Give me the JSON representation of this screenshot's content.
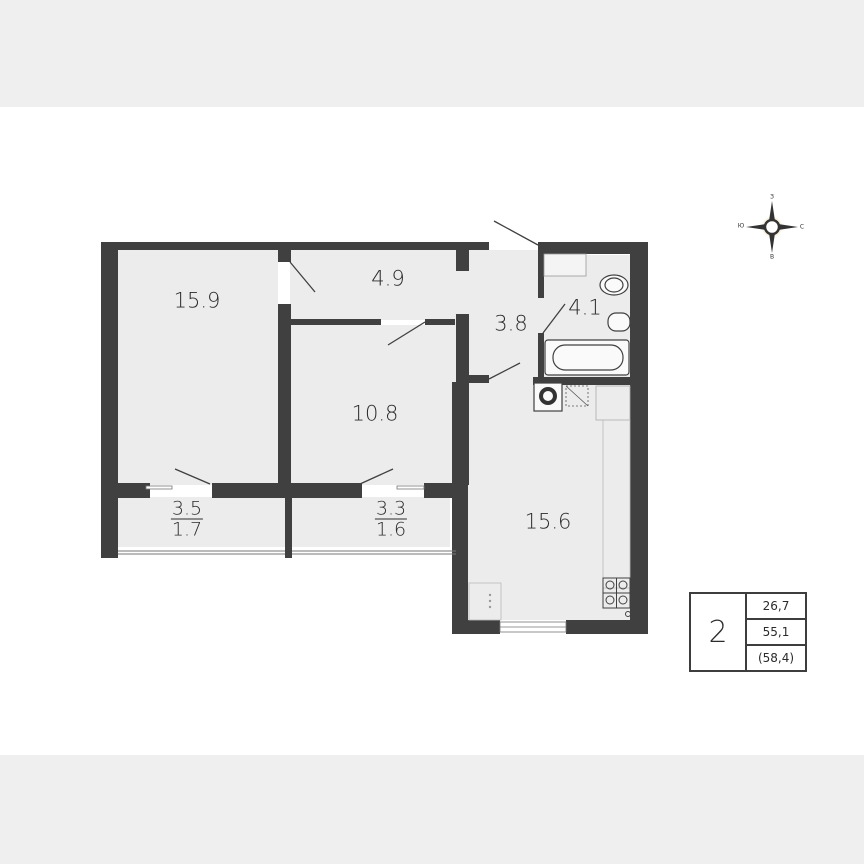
{
  "colors": {
    "wall": "#404040",
    "floor": "#ececec",
    "background": "#ffffff",
    "band": "#efefef",
    "text": "#2b2b2b",
    "fixture_line": "#9a9a9a"
  },
  "rooms": [
    {
      "id": "bedroom-1",
      "area": "15.9"
    },
    {
      "id": "corridor",
      "area": "4.9"
    },
    {
      "id": "hall",
      "area": "3.8"
    },
    {
      "id": "bathroom",
      "area": "4.1"
    },
    {
      "id": "bedroom-2",
      "area": "10.8"
    },
    {
      "id": "kitchen-living",
      "area": "15.6"
    }
  ],
  "balconies": [
    {
      "id": "balcony-1",
      "area_total": "3.5",
      "area_reduced": "1.7"
    },
    {
      "id": "balcony-2",
      "area_total": "3.3",
      "area_reduced": "1.6"
    }
  ],
  "summary": {
    "room_count": "2",
    "living_area": "26,7",
    "total_area": "55,1",
    "total_with_balconies": "(58,4)"
  },
  "compass": {
    "north": "З",
    "east": "С",
    "south": "В",
    "west": "Ю",
    "icon": "compass-rose-icon"
  }
}
